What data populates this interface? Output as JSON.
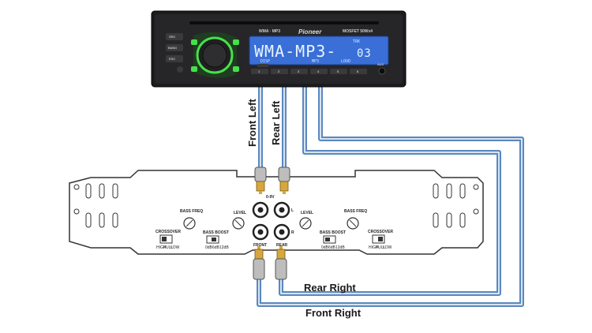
{
  "head_unit": {
    "brand": "Pioneer",
    "format_label": "WMA · MP3",
    "model_label": "MOSFET 50Wx4",
    "display_main": "WMA-MP3-",
    "display_track_label": "TRK",
    "display_track": "03",
    "display_small": [
      "DISP",
      "MP3",
      "LOUD"
    ],
    "left_buttons": [
      "SRC",
      "BAND",
      "ESC"
    ],
    "preset_keys": [
      "1",
      "2",
      "3",
      "4",
      "5",
      "6"
    ],
    "aux_label": "AUX"
  },
  "amplifier": {
    "input_label": "0-9V",
    "front_label": "FRONT",
    "rear_label": "REAR",
    "level_label": "LEVEL",
    "bass_freq_label": "BASS FREQ",
    "bass_boost_label": "BASS BOOST",
    "crossover_label": "CROSSOVER",
    "crossover_options": [
      "HIGH",
      "FULL",
      "LOW"
    ],
    "boost_options": [
      "0dB",
      "6dB",
      "12dB"
    ],
    "channel_left": "L",
    "channel_right": "R"
  },
  "wires": {
    "front_left": "Front Left",
    "rear_left": "Rear Left",
    "rear_right": "Rear Right",
    "front_right": "Front Right",
    "color": "#5b88bf",
    "core_color": "#ffffff"
  },
  "colors": {
    "unit_body": "#1c1c1e",
    "display": "#3a6fd8",
    "knob_ring": "#48e04a",
    "amp_outline": "#333333"
  }
}
